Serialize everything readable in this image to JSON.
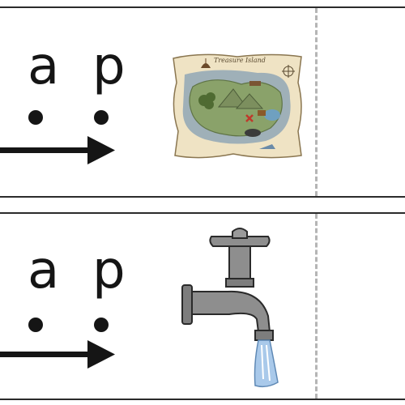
{
  "cards": [
    {
      "letters": [
        "a",
        "p"
      ],
      "picture_icon": "treasure-map-icon",
      "map_title": "Treasure Island"
    },
    {
      "letters": [
        "a",
        "p"
      ],
      "picture_icon": "water-tap-icon"
    }
  ],
  "colors": {
    "ink": "#151515",
    "card_border": "#2b2b2b",
    "divider": "#b5b5b5",
    "parchment": "#efe3c4",
    "island": "#8aa26a",
    "sea": "#9fb0b8",
    "tap_metal": "#8e8e8e",
    "water": "#a9c9ea"
  }
}
